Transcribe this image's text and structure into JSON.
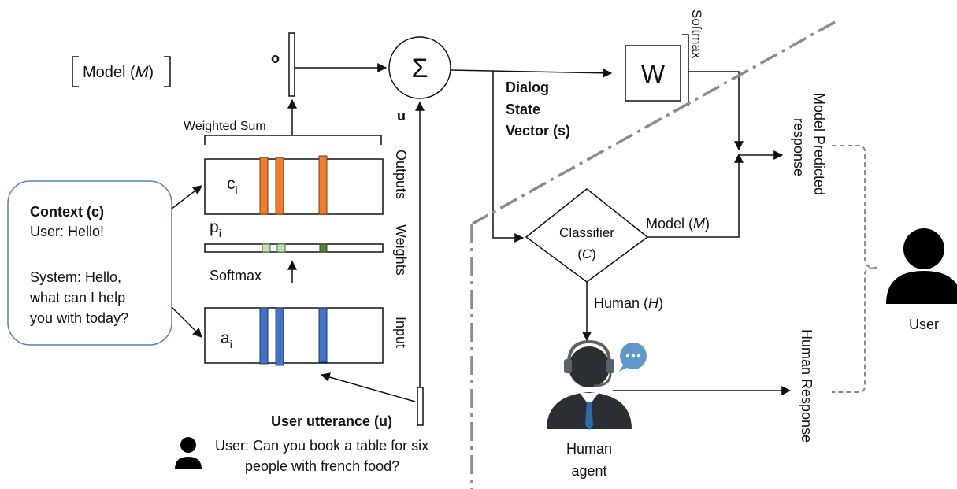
{
  "model_label": {
    "prefix": "Model (",
    "var": "M",
    "suffix": ")"
  },
  "o_label": "o",
  "u_label": "u",
  "sum_symbol": "Σ",
  "weighted_sum_label": "Weighted Sum",
  "softmax_label": "Softmax",
  "outputs_label": "Outputs",
  "weights_label": "Weights",
  "input_label": "Input",
  "c_label": {
    "base": "c",
    "sub": "i"
  },
  "p_label": {
    "base": "p",
    "sub": "i"
  },
  "a_label": {
    "base": "a",
    "sub": "i"
  },
  "context": {
    "title": "Context (c)",
    "line1": "User: Hello!",
    "line2": "System: Hello,",
    "line3": "what can I help",
    "line4": "you with today?"
  },
  "user_utterance": {
    "title": "User utterance (u)",
    "line1": "User: Can you book a table for six",
    "line2": "people with french food?"
  },
  "dialog_state": {
    "line1": "Dialog",
    "line2": "State",
    "line3": "Vector (s)"
  },
  "w_label": "W",
  "softmax_top_label": "Softmax",
  "classifier": {
    "line1": "Classifier",
    "prefix": "(",
    "var": "C",
    "suffix": ")"
  },
  "model_branch": {
    "prefix": "Model (",
    "var": "M",
    "suffix": ")"
  },
  "human_branch": {
    "prefix": "Human (",
    "var": "H",
    "suffix": ")"
  },
  "model_predicted": {
    "line1": "Model Predicted",
    "line2": "response"
  },
  "human_response": "Human Response",
  "human_agent": {
    "line1": "Human",
    "line2": "agent"
  },
  "user_label": "User",
  "colors": {
    "orange": "#ED7D31",
    "blue": "#4472C4",
    "light_green": "#C5E0B4",
    "dark_green": "#548235",
    "context_border": "#5B7FB8",
    "bubble": "#5E97C8",
    "tie": "#2E6CA8",
    "divider": "#8C8C8C"
  }
}
